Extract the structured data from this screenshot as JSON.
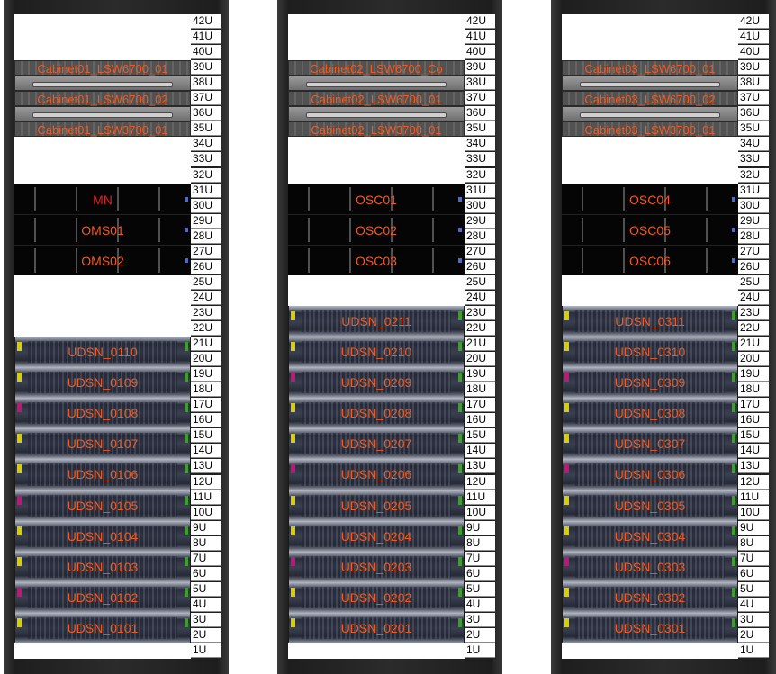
{
  "unit_labels": [
    "1U",
    "2U",
    "3U",
    "4U",
    "5U",
    "6U",
    "7U",
    "8U",
    "9U",
    "10U",
    "11U",
    "12U",
    "13U",
    "14U",
    "15U",
    "16U",
    "17U",
    "18U",
    "19U",
    "20U",
    "21U",
    "22U",
    "23U",
    "24U",
    "25U",
    "26U",
    "27U",
    "28U",
    "29U",
    "30U",
    "31U",
    "32U",
    "33U",
    "34U",
    "35U",
    "36U",
    "37U",
    "38U",
    "39U",
    "40U",
    "41U",
    "42U"
  ],
  "colors": {
    "label_orange": "#f25a1e",
    "label_red": "#e0201e",
    "cabinet_frame": "#2b2b2b"
  },
  "cabinets": [
    {
      "id": "cabinet01",
      "devices": [
        {
          "kind": "switch",
          "label": "Cabinet01_LSW6700_01",
          "top_u": 39,
          "units": 1
        },
        {
          "kind": "blank",
          "top_u": 38,
          "units": 1
        },
        {
          "kind": "switch",
          "label": "Cabinet01_LSW6700_02",
          "top_u": 37,
          "units": 1
        },
        {
          "kind": "blank",
          "top_u": 36,
          "units": 1
        },
        {
          "kind": "switch",
          "label": "Cabinet01_LSW3700_01",
          "top_u": 35,
          "units": 1
        },
        {
          "kind": "blackserver",
          "label": "MN",
          "top_u": 31,
          "units": 2,
          "label_color": "red"
        },
        {
          "kind": "blackserver",
          "label": "OMS01",
          "top_u": 29,
          "units": 2
        },
        {
          "kind": "blackserver",
          "label": "OMS02",
          "top_u": 27,
          "units": 2
        },
        {
          "kind": "udsn",
          "label": "UDSN_0110",
          "top_u": 21,
          "units": 2
        },
        {
          "kind": "udsn",
          "label": "UDSN_0109",
          "top_u": 19,
          "units": 2
        },
        {
          "kind": "udsn",
          "label": "UDSN_0108",
          "top_u": 17,
          "units": 2
        },
        {
          "kind": "udsn",
          "label": "UDSN_0107",
          "top_u": 15,
          "units": 2
        },
        {
          "kind": "udsn",
          "label": "UDSN_0106",
          "top_u": 13,
          "units": 2
        },
        {
          "kind": "udsn",
          "label": "UDSN_0105",
          "top_u": 11,
          "units": 2
        },
        {
          "kind": "udsn",
          "label": "UDSN_0104",
          "top_u": 9,
          "units": 2
        },
        {
          "kind": "udsn",
          "label": "UDSN_0103",
          "top_u": 7,
          "units": 2
        },
        {
          "kind": "udsn",
          "label": "UDSN_0102",
          "top_u": 5,
          "units": 2
        },
        {
          "kind": "udsn",
          "label": "UDSN_0101",
          "top_u": 3,
          "units": 2
        }
      ]
    },
    {
      "id": "cabinet02",
      "devices": [
        {
          "kind": "switch",
          "label": "Cabinet02_LSW6700_Co",
          "top_u": 39,
          "units": 1
        },
        {
          "kind": "blank",
          "top_u": 38,
          "units": 1
        },
        {
          "kind": "switch",
          "label": "Cabinet02_LSW6700_01",
          "top_u": 37,
          "units": 1
        },
        {
          "kind": "blank",
          "top_u": 36,
          "units": 1
        },
        {
          "kind": "switch",
          "label": "Cabinet02_LSW3700_01",
          "top_u": 35,
          "units": 1
        },
        {
          "kind": "blackserver",
          "label": "OSC01",
          "top_u": 31,
          "units": 2
        },
        {
          "kind": "blackserver",
          "label": "OSC02",
          "top_u": 29,
          "units": 2
        },
        {
          "kind": "blackserver",
          "label": "OSC03",
          "top_u": 27,
          "units": 2
        },
        {
          "kind": "udsn",
          "label": "UDSN_0211",
          "top_u": 23,
          "units": 2
        },
        {
          "kind": "udsn",
          "label": "UDSN_0210",
          "top_u": 21,
          "units": 2
        },
        {
          "kind": "udsn",
          "label": "UDSN_0209",
          "top_u": 19,
          "units": 2
        },
        {
          "kind": "udsn",
          "label": "UDSN_0208",
          "top_u": 17,
          "units": 2
        },
        {
          "kind": "udsn",
          "label": "UDSN_0207",
          "top_u": 15,
          "units": 2
        },
        {
          "kind": "udsn",
          "label": "UDSN_0206",
          "top_u": 13,
          "units": 2
        },
        {
          "kind": "udsn",
          "label": "UDSN_0205",
          "top_u": 11,
          "units": 2
        },
        {
          "kind": "udsn",
          "label": "UDSN_0204",
          "top_u": 9,
          "units": 2
        },
        {
          "kind": "udsn",
          "label": "UDSN_0203",
          "top_u": 7,
          "units": 2
        },
        {
          "kind": "udsn",
          "label": "UDSN_0202",
          "top_u": 5,
          "units": 2
        },
        {
          "kind": "udsn",
          "label": "UDSN_0201",
          "top_u": 3,
          "units": 2
        }
      ]
    },
    {
      "id": "cabinet03",
      "devices": [
        {
          "kind": "switch",
          "label": "Cabinet03_LSW6700_01",
          "top_u": 39,
          "units": 1
        },
        {
          "kind": "blank",
          "top_u": 38,
          "units": 1
        },
        {
          "kind": "switch",
          "label": "Cabinet03_LSW6700_02",
          "top_u": 37,
          "units": 1
        },
        {
          "kind": "blank",
          "top_u": 36,
          "units": 1
        },
        {
          "kind": "switch",
          "label": "Cabinet03_LSW3700_01",
          "top_u": 35,
          "units": 1
        },
        {
          "kind": "blackserver",
          "label": "OSC04",
          "top_u": 31,
          "units": 2
        },
        {
          "kind": "blackserver",
          "label": "OSC05",
          "top_u": 29,
          "units": 2
        },
        {
          "kind": "blackserver",
          "label": "OSC06",
          "top_u": 27,
          "units": 2
        },
        {
          "kind": "udsn",
          "label": "UDSN_0311",
          "top_u": 23,
          "units": 2
        },
        {
          "kind": "udsn",
          "label": "UDSN_0310",
          "top_u": 21,
          "units": 2
        },
        {
          "kind": "udsn",
          "label": "UDSN_0309",
          "top_u": 19,
          "units": 2
        },
        {
          "kind": "udsn",
          "label": "UDSN_0308",
          "top_u": 17,
          "units": 2
        },
        {
          "kind": "udsn",
          "label": "UDSN_0307",
          "top_u": 15,
          "units": 2
        },
        {
          "kind": "udsn",
          "label": "UDSN_0306",
          "top_u": 13,
          "units": 2
        },
        {
          "kind": "udsn",
          "label": "UDSN_0305",
          "top_u": 11,
          "units": 2
        },
        {
          "kind": "udsn",
          "label": "UDSN_0304",
          "top_u": 9,
          "units": 2
        },
        {
          "kind": "udsn",
          "label": "UDSN_0303",
          "top_u": 7,
          "units": 2
        },
        {
          "kind": "udsn",
          "label": "UDSN_0302",
          "top_u": 5,
          "units": 2
        },
        {
          "kind": "udsn",
          "label": "UDSN_0301",
          "top_u": 3,
          "units": 2
        }
      ]
    }
  ]
}
